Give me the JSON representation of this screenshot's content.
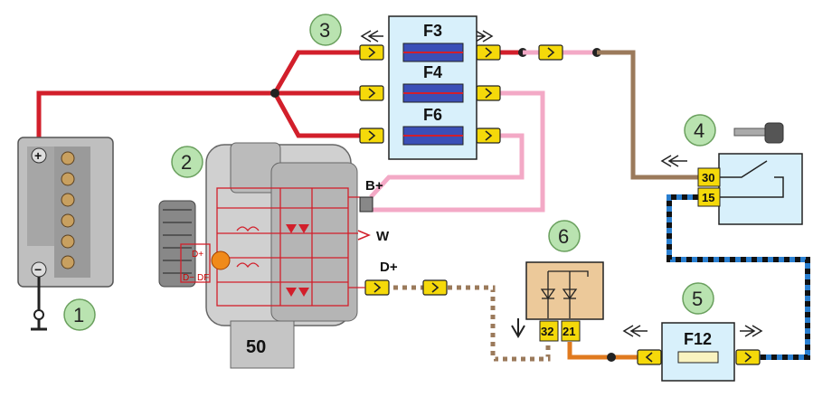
{
  "diagram": {
    "callouts": [
      {
        "id": "1",
        "text": "1"
      },
      {
        "id": "2",
        "text": "2"
      },
      {
        "id": "3",
        "text": "3"
      },
      {
        "id": "4",
        "text": "4"
      },
      {
        "id": "5",
        "text": "5"
      },
      {
        "id": "6",
        "text": "6"
      }
    ],
    "fuses": {
      "f3": "F3",
      "f4": "F4",
      "f6": "F6",
      "f12": "F12"
    },
    "alternator": {
      "terminal_b_plus": "B+",
      "terminal_w": "W",
      "terminal_d_plus": "D+",
      "rating": "50",
      "regulator_d_plus": "D+",
      "regulator_d_minus": "D−",
      "regulator_df": "DF"
    },
    "ignition_switch": {
      "pin_30": "30",
      "pin_15": "15"
    },
    "relay": {
      "pin_32": "32",
      "pin_21": "21"
    },
    "battery": {
      "plus": "+",
      "minus": "−"
    },
    "colors": {
      "red_wire": "#d21f2b",
      "pink_wire": "#f3a9c6",
      "brown_wire": "#9b7a5b",
      "orange_wire": "#e07a1f",
      "blue_wire": "#2a7fd0",
      "fuse_box": "#d8f0fb",
      "connector": "#f5d90a",
      "relay_box": "#ecc99a"
    }
  }
}
